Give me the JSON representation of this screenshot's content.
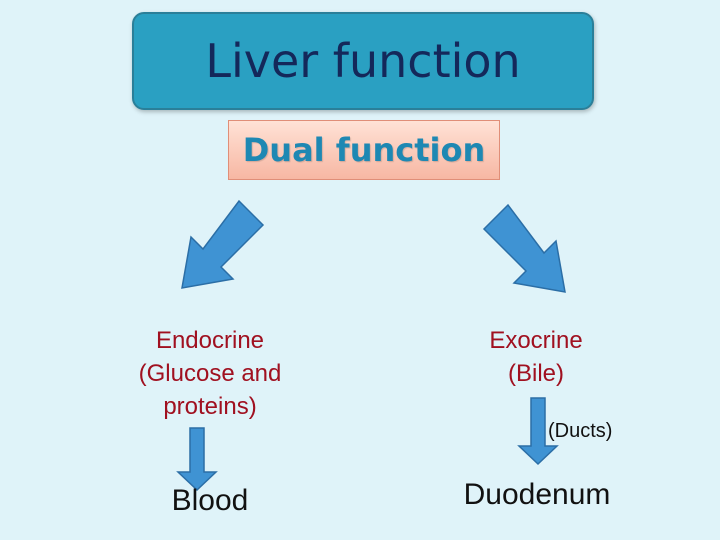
{
  "title": "Liver function",
  "subtitle": "Dual function",
  "left_branch": {
    "line1": "Endocrine",
    "line2": "(Glucose and",
    "line3": "proteins)",
    "target": "Blood"
  },
  "right_branch": {
    "line1": "Exocrine",
    "line2": "(Bile)",
    "via": "(Ducts)",
    "target": "Duodenum"
  },
  "colors": {
    "background": "#dff3f9",
    "title_box": "#2aa0c2",
    "title_text": "#14285a",
    "subtitle_text": "#1e88b3",
    "branch_text": "#a01020",
    "arrow_fill": "#3f93d3"
  }
}
